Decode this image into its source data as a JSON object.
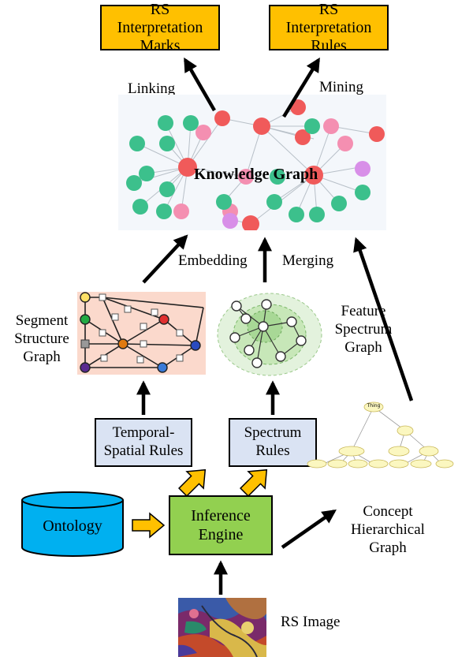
{
  "top_boxes": {
    "marks": "RS Interpretation Marks",
    "rules": "RS Interpretation Rules"
  },
  "edge_labels": {
    "linking": "Linking",
    "mining": "Mining",
    "embedding": "Embedding",
    "merging": "Merging"
  },
  "knowledge_graph": {
    "title": "Knowledge Graph"
  },
  "segment_graph": {
    "label_lines": [
      "Segment",
      "Structure",
      "Graph"
    ]
  },
  "feature_graph": {
    "label_lines": [
      "Feature",
      "Spectrum",
      "Graph"
    ]
  },
  "rule_boxes": {
    "temporal_lines": [
      "Temporal-",
      "Spatial Rules"
    ],
    "spectrum_lines": [
      "Spectrum",
      "Rules"
    ]
  },
  "ontology": {
    "label": "Ontology"
  },
  "inference_engine": {
    "label_lines": [
      "Inference",
      "Engine"
    ]
  },
  "concept_graph": {
    "root": "Thing",
    "label_lines": [
      "Concept",
      "Hierarchical",
      "Graph"
    ]
  },
  "rs_image": {
    "label": "RS Image"
  },
  "colors": {
    "orange": "#ffc000",
    "light_blue": "#dae3f3",
    "green": "#92d050",
    "cyan": "#00b0f0",
    "kg_green": "#3cc08c",
    "kg_red": "#f05a5a",
    "kg_pink": "#f48fb1",
    "kg_purple": "#d88fe8"
  }
}
